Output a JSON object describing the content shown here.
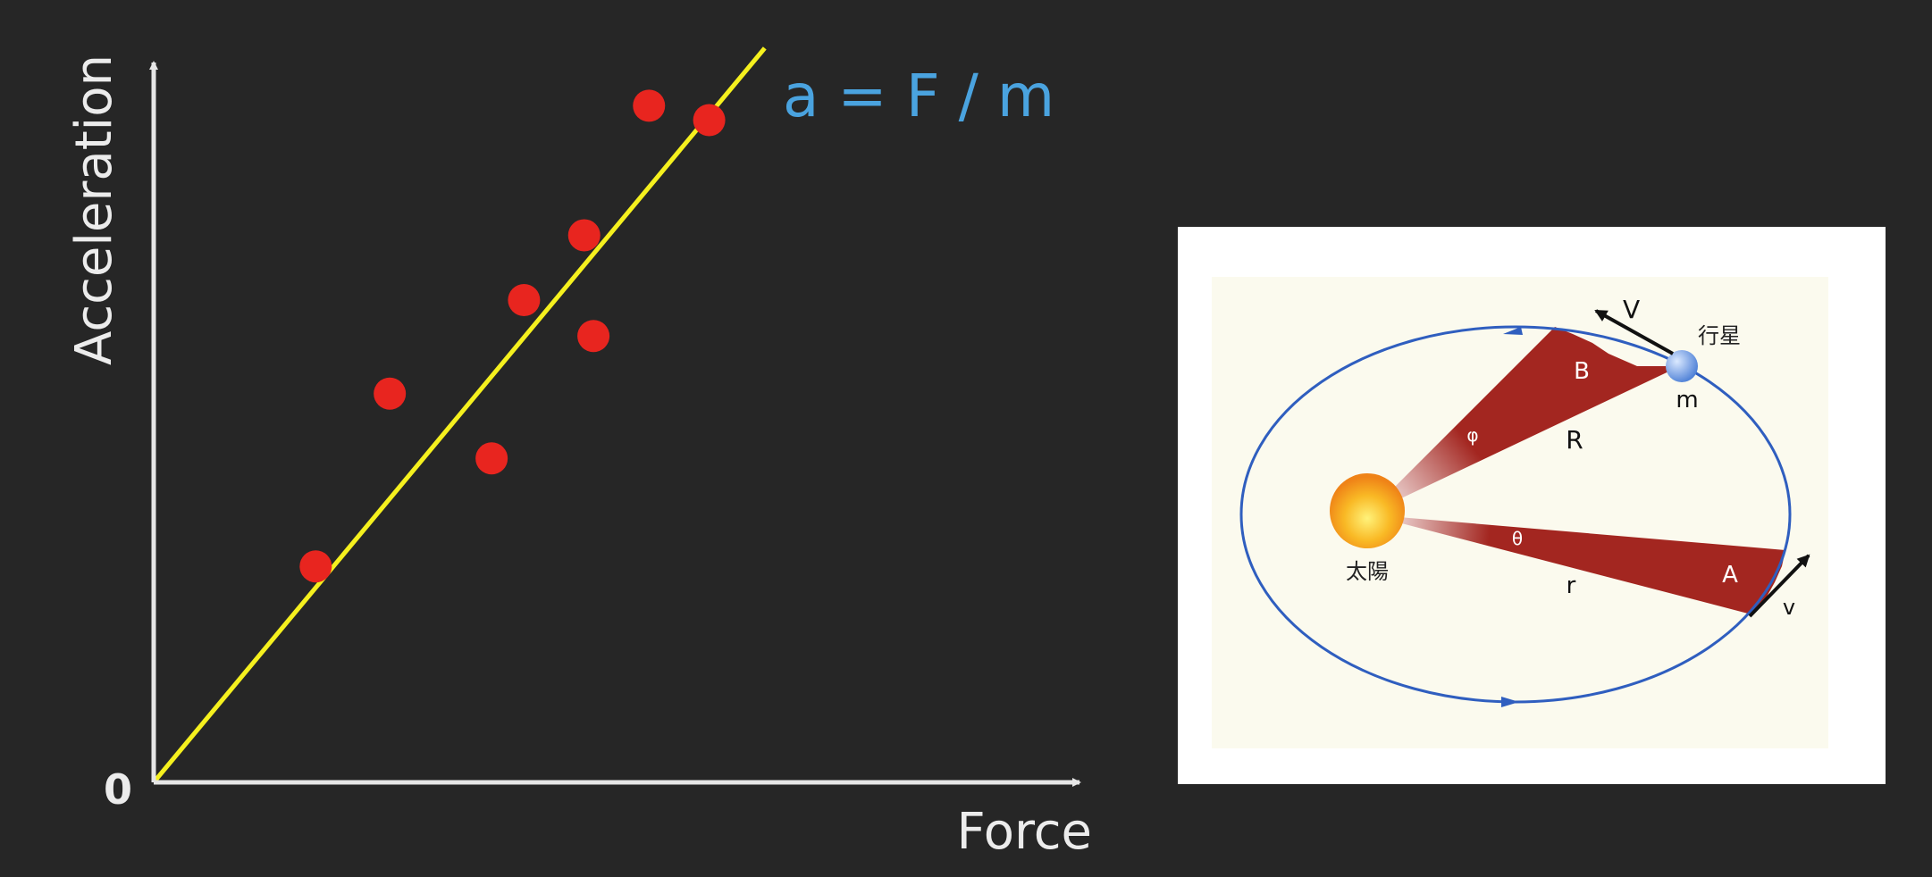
{
  "colors": {
    "background": "#262626",
    "axis": "#e6e6e6",
    "fit_line": "#f5f01e",
    "points": "#e8251f",
    "equation": "#4aa3df",
    "orbit": "#2f5ebf",
    "sector": "#a32620",
    "inset_background": "#ffffff",
    "inset_paper": "#fbfaee"
  },
  "chart_data": {
    "type": "scatter",
    "title": "",
    "xlabel": "Force",
    "ylabel": "Acceleration",
    "origin_label": "0",
    "xlim": [
      0,
      10
    ],
    "ylim": [
      0,
      10
    ],
    "grid": false,
    "series": [
      {
        "points": [
          {
            "x": 1.75,
            "y": 3.0
          },
          {
            "x": 2.55,
            "y": 5.4
          },
          {
            "x": 3.65,
            "y": 4.5
          },
          {
            "x": 4.0,
            "y": 6.7
          },
          {
            "x": 4.65,
            "y": 7.6
          },
          {
            "x": 4.75,
            "y": 6.2
          },
          {
            "x": 5.35,
            "y": 9.4
          },
          {
            "x": 6.0,
            "y": 9.2
          }
        ]
      }
    ],
    "fit_line": {
      "label": "a = F / m",
      "from": {
        "x": 0,
        "y": 0
      },
      "to": {
        "x": 6.6,
        "y": 10.2
      }
    }
  },
  "inset": {
    "labels": {
      "velocity_upper": "V",
      "planet": "行星",
      "sector_b": "B",
      "mass": "m",
      "angle_phi": "φ",
      "radius_upper": "R",
      "angle_theta": "θ",
      "sector_a": "A",
      "sun": "太陽",
      "radius_lower": "r",
      "velocity_lower": "v"
    }
  }
}
